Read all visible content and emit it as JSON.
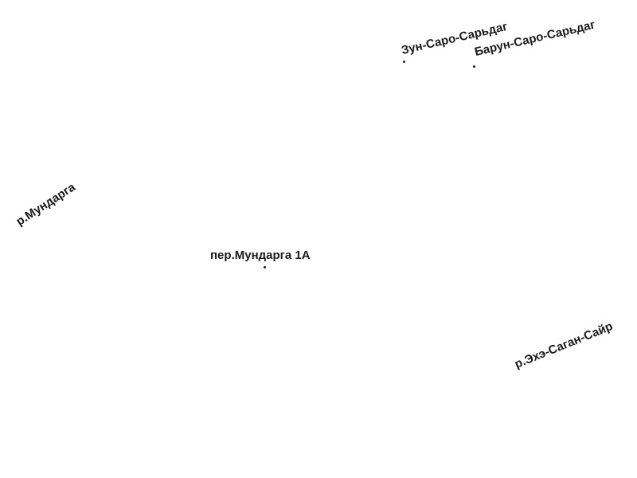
{
  "labels": {
    "zun_saro_sardag": "Зун-Саро-Сарьдаг",
    "barun_saro_sardag": "Барун-Саро-Сарьдаг",
    "river_mundarga": "р.Мундарга",
    "lane_mundarga": "пер.Мундарга 1А",
    "river_ekhe_sagan_sair": "р.Эхэ-Саган-Сайр"
  },
  "colors": {
    "background": "#ffffff",
    "label": "#1a1a1a"
  }
}
